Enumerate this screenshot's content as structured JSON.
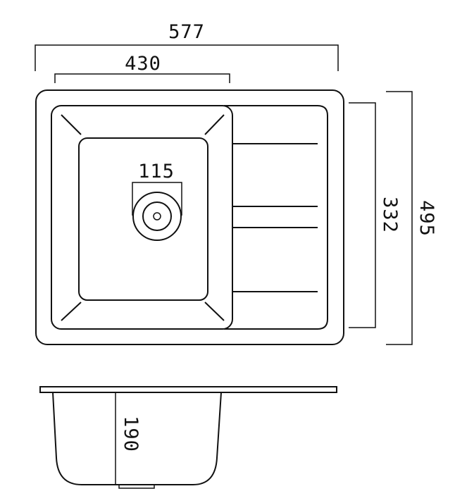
{
  "dimensions": {
    "overall_width": "577",
    "bowl_width": "430",
    "drain_diameter": "115",
    "bowl_length": "332",
    "overall_length": "495",
    "depth": "190"
  },
  "colors": {
    "line": "#111111",
    "background": "#ffffff"
  }
}
